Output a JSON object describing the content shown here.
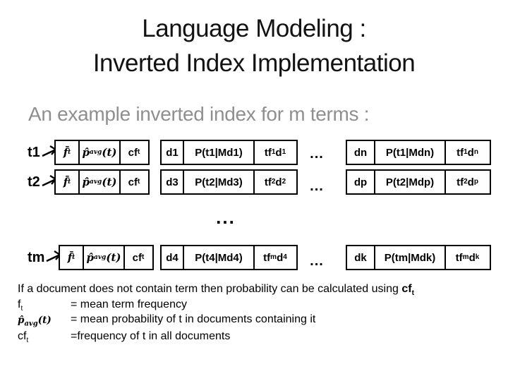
{
  "title": {
    "line1": "Language Modeling :",
    "line2": "Inverted Index Implementation"
  },
  "subtitle": "An example inverted index for m terms :",
  "stats_cell": {
    "fbar_base": "f̄",
    "fbar_sub": "t",
    "pavg_base": "p̂",
    "pavg_sub": "avg",
    "pavg_tail": "(t)",
    "cf_base": "cf",
    "cf_sub": "t"
  },
  "rows": [
    {
      "label": "t1",
      "first": {
        "doc": "d1",
        "prob": "P(t1|Md1)",
        "tf_b1": "tf",
        "tf_s1": "1",
        "tf_b2": "d",
        "tf_s2": "1"
      },
      "dots": "...",
      "last": {
        "doc": "dn",
        "prob": "P(t1|Mdn)",
        "tf_b1": "tf",
        "tf_s1": "1",
        "tf_b2": "d",
        "tf_s2": "n"
      }
    },
    {
      "label": "t2",
      "first": {
        "doc": "d3",
        "prob": "P(t2|Md3)",
        "tf_b1": "tf",
        "tf_s1": "2",
        "tf_b2": "d",
        "tf_s2": "2"
      },
      "dots": "...",
      "last": {
        "doc": "dp",
        "prob": "P(t2|Mdp)",
        "tf_b1": "tf",
        "tf_s1": "2",
        "tf_b2": "d",
        "tf_s2": "p"
      }
    },
    {
      "label": "tm",
      "first": {
        "doc": "d4",
        "prob": "P(t4|Md4)",
        "tf_b1": "tf",
        "tf_s1": "m",
        "tf_b2": "d",
        "tf_s2": "4"
      },
      "dots": "...",
      "last": {
        "doc": "dk",
        "prob": "P(tm|Mdk)",
        "tf_b1": "tf",
        "tf_s1": "m",
        "tf_b2": "d",
        "tf_s2": "k"
      }
    }
  ],
  "middle_dots": "...",
  "notes": {
    "line1_text": "If a document does not contain term then probability can be calculated using ",
    "line1_cf_base": "cf",
    "line1_cf_sub": "t",
    "defs": [
      {
        "term_base": "f",
        "term_sub": "t",
        "term_tail": "",
        "definition": "= mean term frequency"
      },
      {
        "term_base": "p̂",
        "term_sub": "avg",
        "term_tail": "(t)",
        "definition": "= mean probability of t in documents containing it"
      },
      {
        "term_base": "cf",
        "term_sub": "t",
        "term_tail": "",
        "definition": "=frequency of t in all documents"
      }
    ]
  }
}
